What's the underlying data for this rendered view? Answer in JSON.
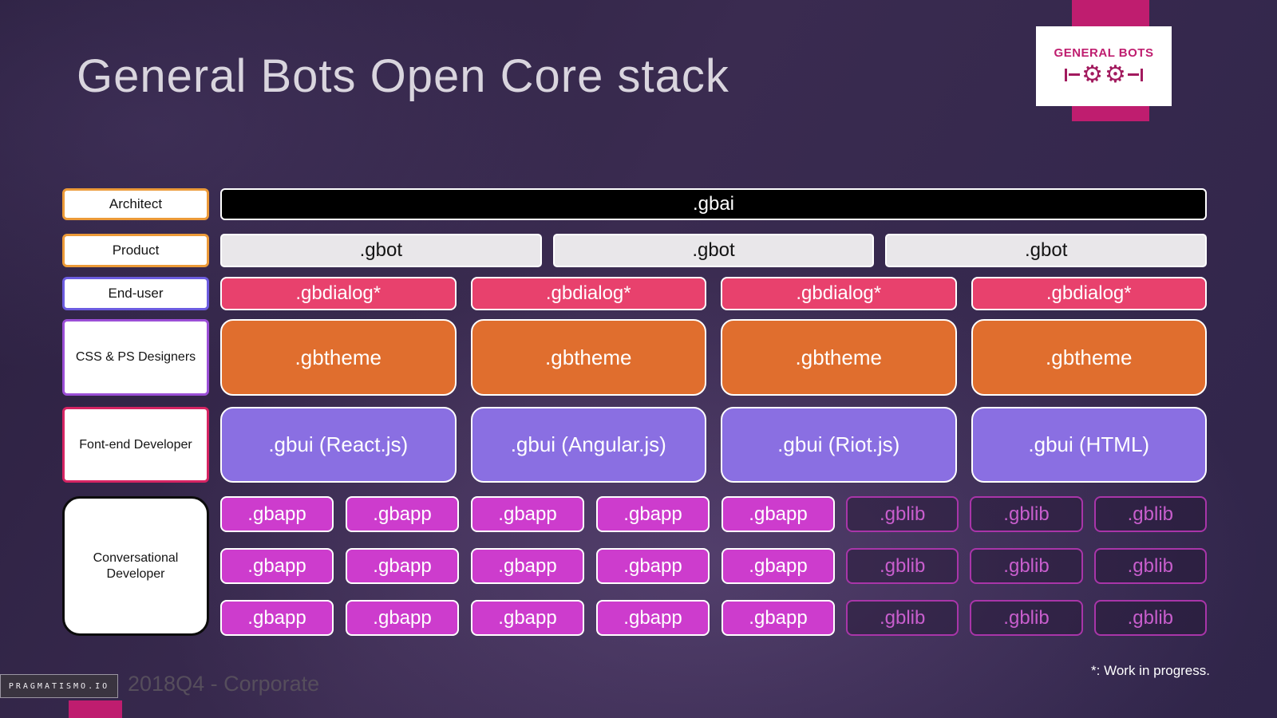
{
  "title": "General Bots Open Core stack",
  "logo": {
    "name": "GENERAL BOTS"
  },
  "roles": {
    "architect": "Architect",
    "product": "Product",
    "end_user": "End-user",
    "designers": "CSS & PS Designers",
    "frontend": "Font-end Developer",
    "conversational": "Conversational Developer"
  },
  "stack": {
    "gbai": ".gbai",
    "gbot": [
      ".gbot",
      ".gbot",
      ".gbot"
    ],
    "gbdialog": [
      ".gbdialog*",
      ".gbdialog*",
      ".gbdialog*",
      ".gbdialog*"
    ],
    "gbtheme": [
      ".gbtheme",
      ".gbtheme",
      ".gbtheme",
      ".gbtheme"
    ],
    "gbui": [
      ".gbui (React.js)",
      ".gbui (Angular.js)",
      ".gbui (Riot.js)",
      ".gbui (HTML)"
    ],
    "gbapp": [
      ".gbapp",
      ".gbapp",
      ".gbapp",
      ".gbapp",
      ".gbapp",
      ".gbapp",
      ".gbapp",
      ".gbapp",
      ".gbapp",
      ".gbapp",
      ".gbapp",
      ".gbapp",
      ".gbapp",
      ".gbapp",
      ".gbapp"
    ],
    "gblib": [
      ".gblib",
      ".gblib",
      ".gblib",
      ".gblib",
      ".gblib",
      ".gblib",
      ".gblib",
      ".gblib",
      ".gblib"
    ]
  },
  "footer": {
    "brand": "PRAGMATISMO.IO",
    "caption": "2018Q4 - Corporate",
    "note": "*: Work in progress."
  },
  "colors": {
    "accent_magenta": "#bf1d6f",
    "gbdialog": "#e8416d",
    "gbtheme": "#e06e2e",
    "gbui": "#8a6fe2",
    "gbapp": "#cd3ccd",
    "gblib_border": "#a935a9",
    "orange_border": "#ec9a38",
    "purple_border": "#9b4fd6",
    "crimson_border": "#d62463"
  }
}
